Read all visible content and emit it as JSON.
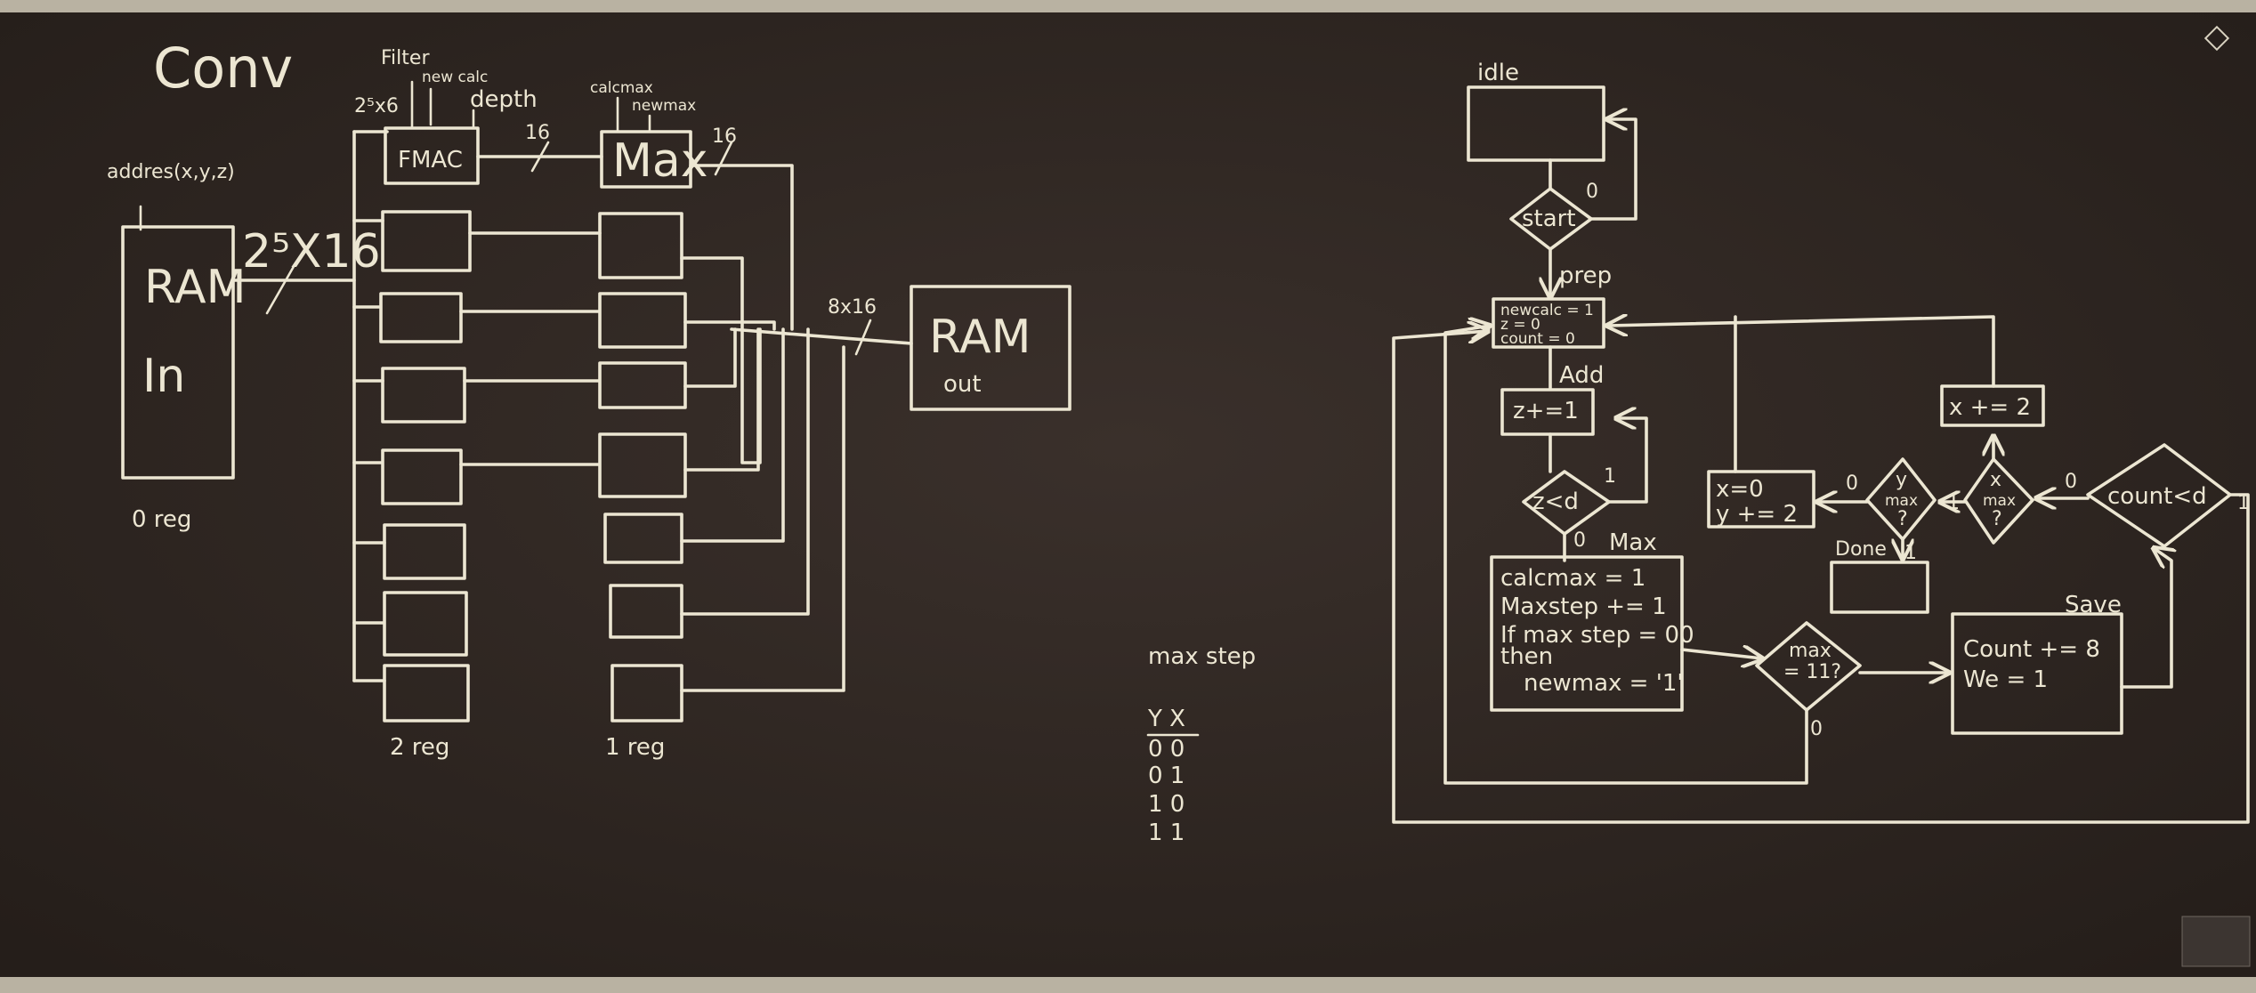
{
  "board": {
    "title": "Conv",
    "colors": {
      "board": "#2b231f",
      "chalk": "#ece6d2",
      "rail": "#b9b2a2"
    }
  },
  "left": {
    "address_label": "addres(x,y,z)",
    "bus_in_label": "2⁵X16",
    "ram_in": {
      "line1": "RAM",
      "line2": "In"
    },
    "reg0_label": "0 reg",
    "filter_label": "Filter",
    "new_calc_label": "new calc",
    "size_label": "2⁵x6",
    "depth_label": "depth",
    "fmac_label": "FMAC",
    "bus16_a": "16",
    "calcmax_label": "calcmax",
    "newmax_label": "newmax",
    "max_label": "Max",
    "bus16_b": "16",
    "bus_out_label": "8x16",
    "ram_out": {
      "line1": "RAM",
      "line2": "out"
    },
    "reg2_label": "2 reg",
    "reg1_label": "1 reg"
  },
  "maxstep": {
    "title": "max step",
    "header": "Y X",
    "rows": [
      "0 0",
      "0 1",
      "1 0",
      "1 1"
    ]
  },
  "fsm": {
    "idle_label": "idle",
    "start_label": "start",
    "start_zero": "0",
    "prep_label": "prep",
    "prep_lines": [
      "newcalc = 1",
      "z = 0",
      "count = 0"
    ],
    "add_label": "Add",
    "add_body": "z+=1",
    "zd_label": "z<d",
    "zd_one": "1",
    "zd_zero": "0",
    "max_state_label": "Max",
    "max_lines": [
      "calcmax = 1",
      "Maxstep += 1",
      "If max step = 00",
      "then",
      "newmax = '1'"
    ],
    "max11_line1": "max",
    "max11_line2": "= 11?",
    "max11_zero": "0",
    "save_label": "Save",
    "save_lines": [
      "Count += 8",
      "We = 1"
    ],
    "count_label": "count<d",
    "count_zero": "0",
    "count_one": "1",
    "xmax_line1": "x",
    "xmax_line2": "max",
    "xmax_line3": "?",
    "xmax_one": "1",
    "ymax_line1": "y",
    "ymax_line2": "max",
    "ymax_line3": "?",
    "ymax_zero": "0",
    "ymax_one": "1",
    "xinc_label": "x += 2",
    "xy_lines": [
      "x=0",
      "y += 2"
    ],
    "done_label": "Done"
  }
}
